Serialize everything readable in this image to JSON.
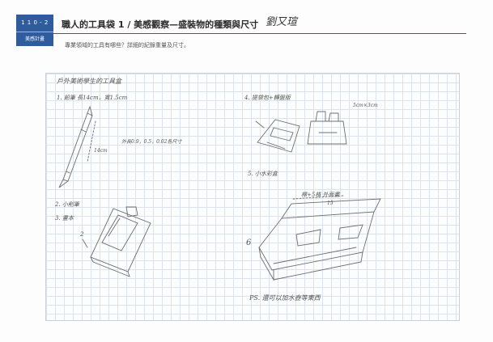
{
  "header": {
    "badge_code": "1 1 0 - 2",
    "badge_label": "美感計畫",
    "title": "職人的工具袋 1 / 美感觀察—盛裝物的種類與尺寸",
    "signature": "劉又瑄",
    "prompt": "專業領域的工具有哪些？詳細的紀錄重量及尺寸。"
  },
  "notes": {
    "heading": "戶外美術學生的工具盒",
    "item1": "1. 鉛筆  長14cm，寬1.5cm",
    "item1_note": "外長0.9，0.5，0.02各尺寸",
    "item1_dim": "14cm",
    "item2": "2. 小削筆",
    "item3": "3. 畫本",
    "item4": "4. 提袋包+轉盤版",
    "item4_dim": "5cm×3cm",
    "item5": "5. 小水彩盒",
    "item5_note": "棉+5格 外面畫",
    "dim_2": "2",
    "dim_15": "15",
    "dim_6": "6",
    "ps": "PS. 還可以加水壺等東西"
  }
}
